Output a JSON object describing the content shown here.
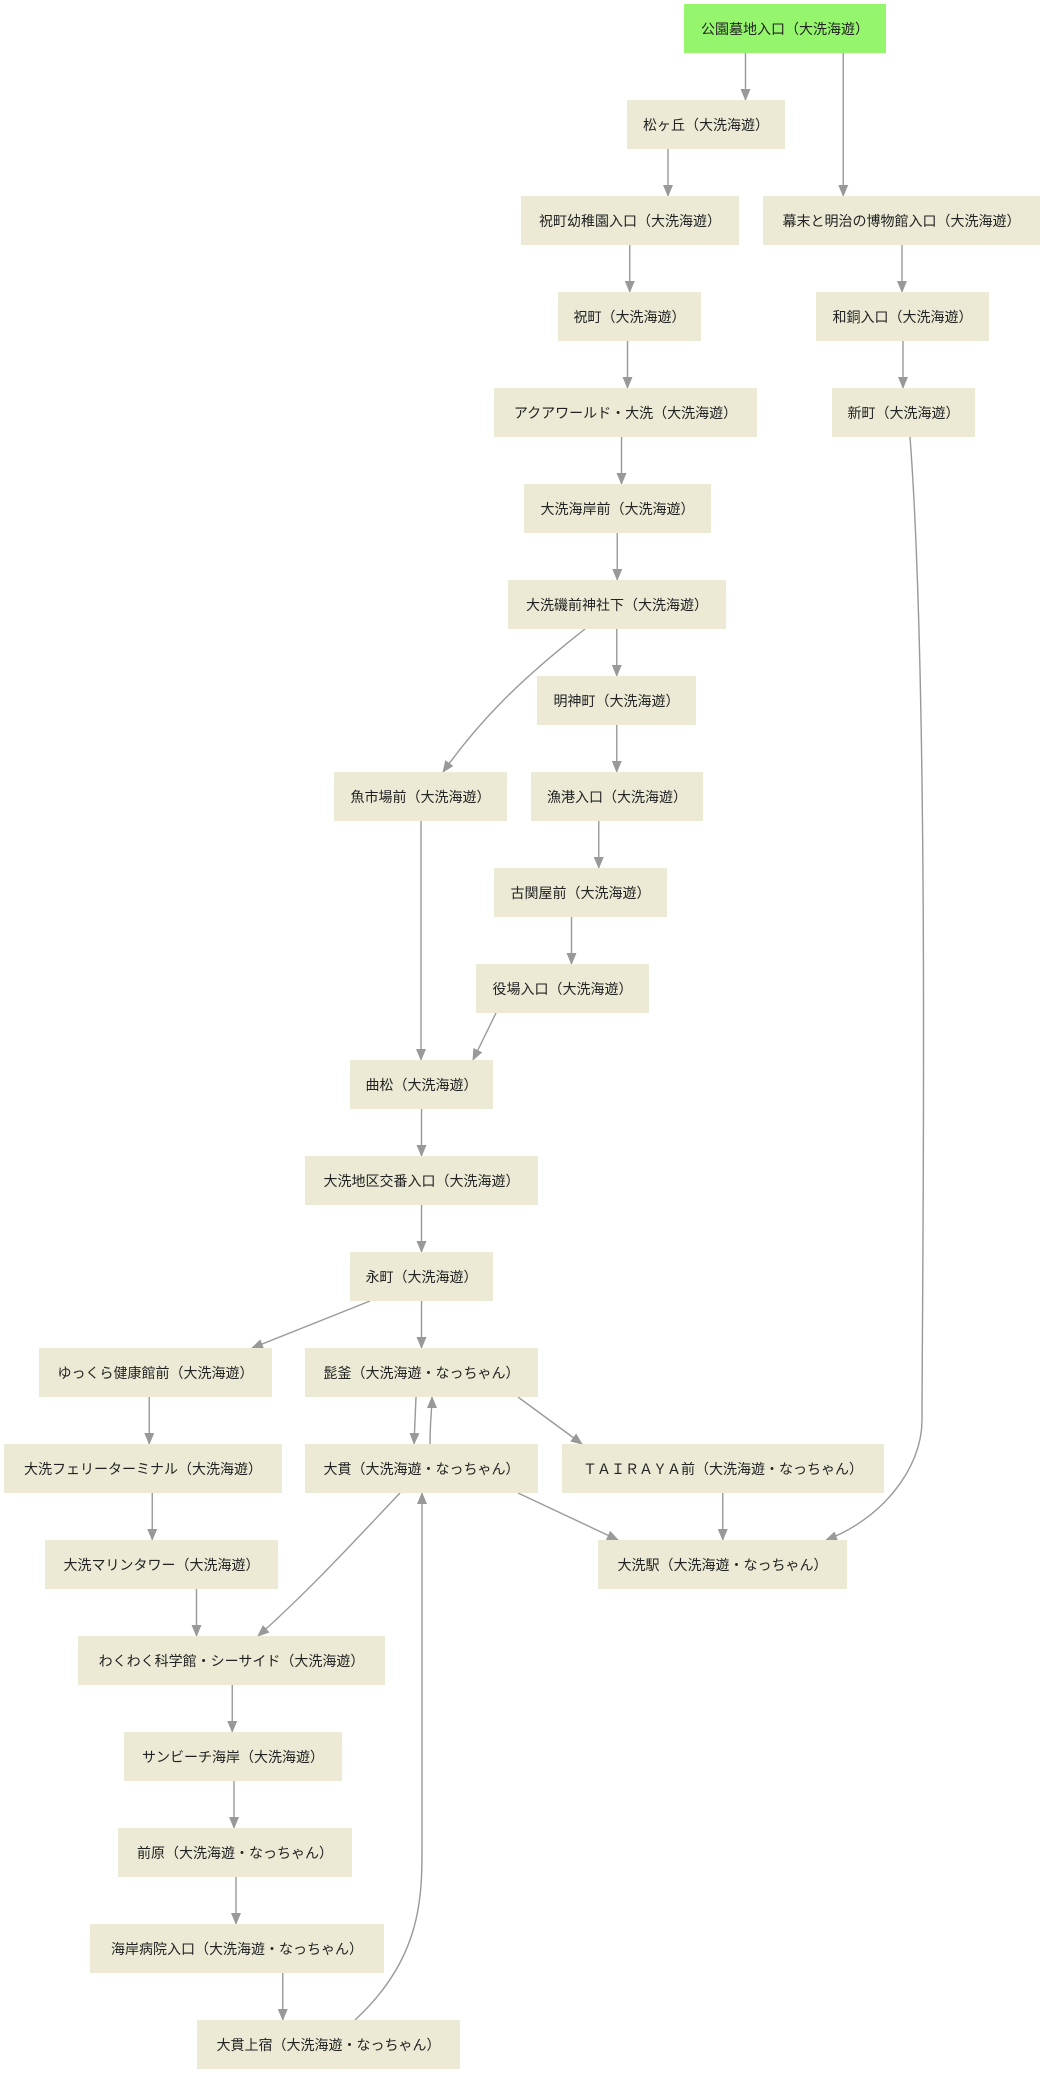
{
  "diagram": {
    "nodes": [
      {
        "id": "n0",
        "label": "公園墓地入口（大洗海遊）",
        "kind": "start"
      },
      {
        "id": "n1",
        "label": "松ヶ丘（大洗海遊）"
      },
      {
        "id": "n2",
        "label": "祝町幼稚園入口（大洗海遊）"
      },
      {
        "id": "n3",
        "label": "幕末と明治の博物館入口（大洗海遊）"
      },
      {
        "id": "n4",
        "label": "祝町（大洗海遊）"
      },
      {
        "id": "n5",
        "label": "和銅入口（大洗海遊）"
      },
      {
        "id": "n6",
        "label": "アクアワールド・大洗（大洗海遊）"
      },
      {
        "id": "n7",
        "label": "新町（大洗海遊）"
      },
      {
        "id": "n8",
        "label": "大洗海岸前（大洗海遊）"
      },
      {
        "id": "n9",
        "label": "大洗磯前神社下（大洗海遊）"
      },
      {
        "id": "n10",
        "label": "明神町（大洗海遊）"
      },
      {
        "id": "n11",
        "label": "魚市場前（大洗海遊）"
      },
      {
        "id": "n12",
        "label": "漁港入口（大洗海遊）"
      },
      {
        "id": "n13",
        "label": "古関屋前（大洗海遊）"
      },
      {
        "id": "n14",
        "label": "役場入口（大洗海遊）"
      },
      {
        "id": "n15",
        "label": "曲松（大洗海遊）"
      },
      {
        "id": "n16",
        "label": "大洗地区交番入口（大洗海遊）"
      },
      {
        "id": "n17",
        "label": "永町（大洗海遊）"
      },
      {
        "id": "n18",
        "label": "ゆっくら健康館前（大洗海遊）"
      },
      {
        "id": "n19",
        "label": "髭釜（大洗海遊・なっちゃん）"
      },
      {
        "id": "n20",
        "label": "大洗フェリーターミナル（大洗海遊）"
      },
      {
        "id": "n21",
        "label": "大貫（大洗海遊・なっちゃん）"
      },
      {
        "id": "n22",
        "label": "ＴＡＩＲＡＹＡ前（大洗海遊・なっちゃん）"
      },
      {
        "id": "n23",
        "label": "大洗マリンタワー（大洗海遊）"
      },
      {
        "id": "n24",
        "label": "大洗駅（大洗海遊・なっちゃん）"
      },
      {
        "id": "n25",
        "label": "わくわく科学館・シーサイド（大洗海遊）"
      },
      {
        "id": "n26",
        "label": "サンビーチ海岸（大洗海遊）"
      },
      {
        "id": "n27",
        "label": "前原（大洗海遊・なっちゃん）"
      },
      {
        "id": "n28",
        "label": "海岸病院入口（大洗海遊・なっちゃん）"
      },
      {
        "id": "n29",
        "label": "大貫上宿（大洗海遊・なっちゃん）"
      }
    ],
    "edges": [
      {
        "from": "n0",
        "to": "n1"
      },
      {
        "from": "n0",
        "to": "n3"
      },
      {
        "from": "n1",
        "to": "n2"
      },
      {
        "from": "n2",
        "to": "n4"
      },
      {
        "from": "n3",
        "to": "n5"
      },
      {
        "from": "n4",
        "to": "n6"
      },
      {
        "from": "n5",
        "to": "n7"
      },
      {
        "from": "n6",
        "to": "n8"
      },
      {
        "from": "n8",
        "to": "n9"
      },
      {
        "from": "n9",
        "to": "n10"
      },
      {
        "from": "n9",
        "to": "n11"
      },
      {
        "from": "n10",
        "to": "n12"
      },
      {
        "from": "n12",
        "to": "n13"
      },
      {
        "from": "n13",
        "to": "n14"
      },
      {
        "from": "n11",
        "to": "n15"
      },
      {
        "from": "n14",
        "to": "n15"
      },
      {
        "from": "n15",
        "to": "n16"
      },
      {
        "from": "n16",
        "to": "n17"
      },
      {
        "from": "n17",
        "to": "n18"
      },
      {
        "from": "n17",
        "to": "n19"
      },
      {
        "from": "n19",
        "to": "n21"
      },
      {
        "from": "n21",
        "to": "n19"
      },
      {
        "from": "n19",
        "to": "n22"
      },
      {
        "from": "n18",
        "to": "n20"
      },
      {
        "from": "n20",
        "to": "n23"
      },
      {
        "from": "n21",
        "to": "n24"
      },
      {
        "from": "n22",
        "to": "n24"
      },
      {
        "from": "n7",
        "to": "n24"
      },
      {
        "from": "n23",
        "to": "n25"
      },
      {
        "from": "n21",
        "to": "n25"
      },
      {
        "from": "n25",
        "to": "n26"
      },
      {
        "from": "n26",
        "to": "n27"
      },
      {
        "from": "n27",
        "to": "n28"
      },
      {
        "from": "n28",
        "to": "n29"
      },
      {
        "from": "n29",
        "to": "n21"
      }
    ],
    "colors": {
      "node": "#ecead5",
      "start": "#95f56c",
      "edge": "#999999"
    }
  }
}
